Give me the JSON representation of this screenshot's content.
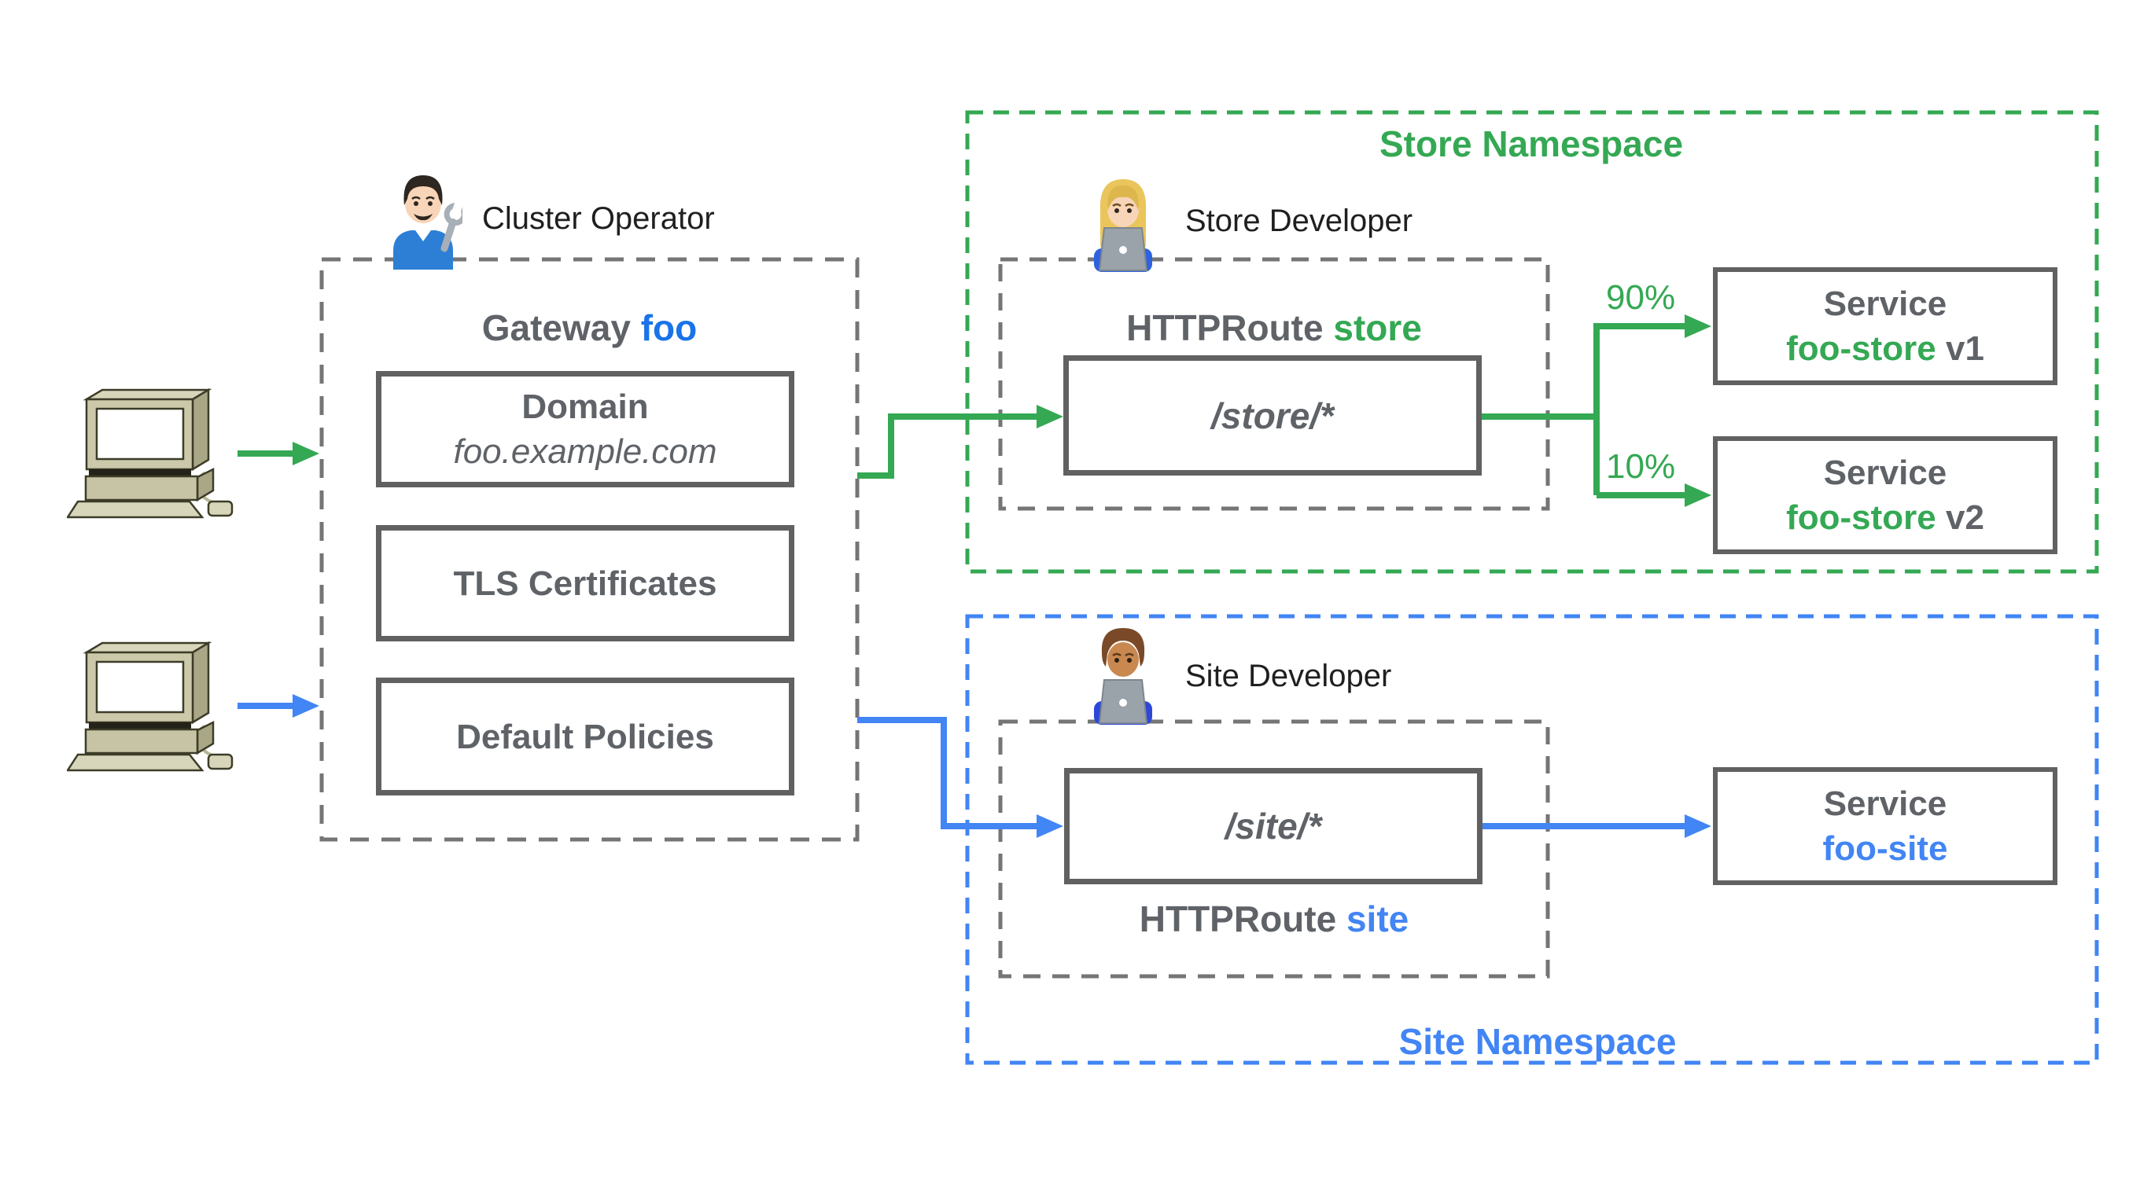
{
  "colors": {
    "green": "#34A853",
    "blue": "#4285F4",
    "gateway_name_blue": "#1A73E8",
    "gray_text": "#5F6368",
    "solid_border": "#616161",
    "dashed_gray": "#757575",
    "label_black": "#1F1F1F"
  },
  "clients": {
    "icon": "desktop-computer-icon",
    "count": 2
  },
  "cluster_operator": {
    "label": "Cluster Operator",
    "icon": "man-mechanic-emoji"
  },
  "gateway": {
    "title_prefix": "Gateway",
    "title_name": "foo",
    "domain": {
      "title": "Domain",
      "value": "foo.example.com"
    },
    "tls_label": "TLS Certificates",
    "policies_label": "Default Policies"
  },
  "store_namespace": {
    "label": "Store Namespace",
    "developer_label": "Store Developer",
    "developer_icon": "woman-technologist-emoji",
    "route_prefix": "HTTPRoute",
    "route_name": "store",
    "path": "/store/*",
    "splits": [
      {
        "percent": "90%",
        "service_title": "Service",
        "service_name": "foo-store",
        "service_version": "v1"
      },
      {
        "percent": "10%",
        "service_title": "Service",
        "service_name": "foo-store",
        "service_version": "v2"
      }
    ]
  },
  "site_namespace": {
    "label": "Site Namespace",
    "developer_label": "Site Developer",
    "developer_icon": "man-technologist-emoji",
    "route_prefix": "HTTPRoute",
    "route_name": "site",
    "path": "/site/*",
    "service": {
      "service_title": "Service",
      "service_name": "foo-site"
    }
  }
}
